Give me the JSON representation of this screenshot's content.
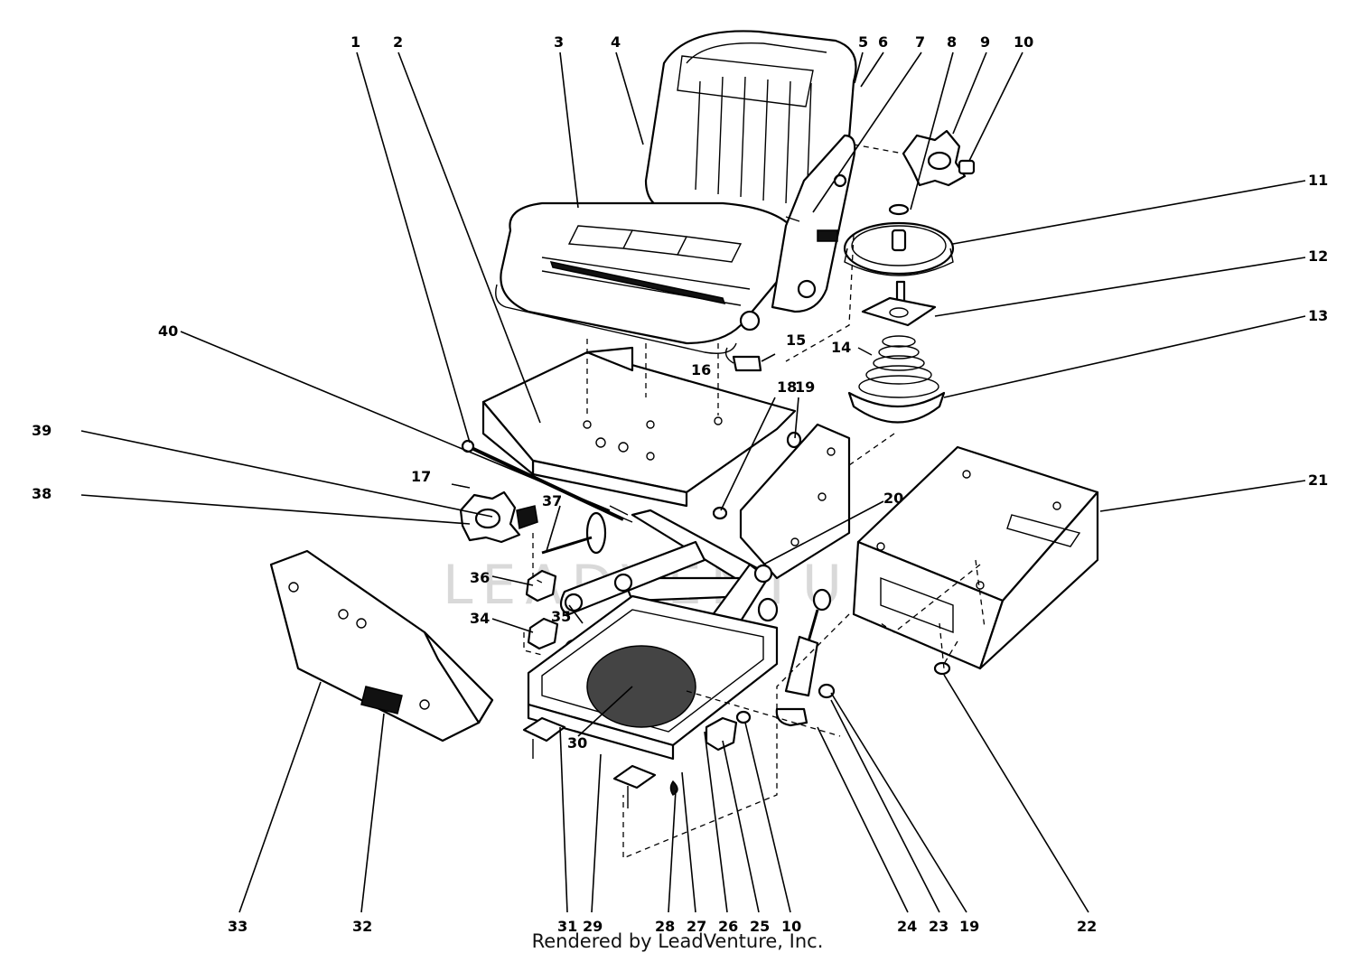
{
  "watermark": "LEADVENTURE",
  "credit": "Rendered by LeadVenture, Inc.",
  "callouts": {
    "c1": "1",
    "c2": "2",
    "c3": "3",
    "c4": "4",
    "c5": "5",
    "c6": "6",
    "c7": "7",
    "c8": "8",
    "c9": "9",
    "c10a": "10",
    "c11": "11",
    "c12": "12",
    "c13": "13",
    "c14": "14",
    "c15": "15",
    "c16": "16",
    "c17": "17",
    "c18": "18",
    "c19a": "19",
    "c20": "20",
    "c21": "21",
    "c22": "22",
    "c23": "23",
    "c24": "24",
    "c19b": "19",
    "c10b": "10",
    "c25": "25",
    "c26": "26",
    "c27": "27",
    "c28": "28",
    "c29": "29",
    "c31": "31",
    "c32": "32",
    "c33": "33",
    "c30": "30",
    "c34": "34",
    "c35": "35",
    "c36": "36",
    "c37": "37",
    "c38": "38",
    "c39": "39",
    "c40": "40"
  }
}
